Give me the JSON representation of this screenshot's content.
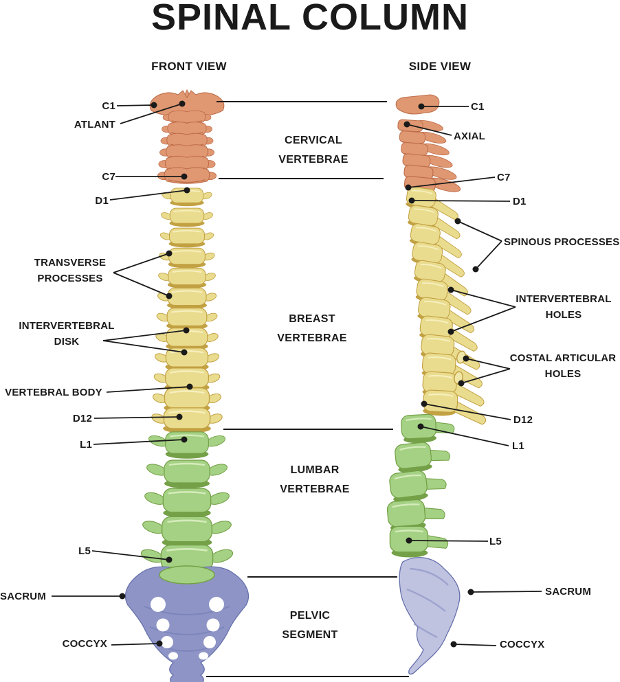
{
  "title": "SPINAL COLUMN",
  "views": {
    "front": "FRONT VIEW",
    "side": "SIDE VIEW"
  },
  "regions": {
    "cervical": {
      "line1": "CERVICAL",
      "line2": "VERTEBRAE"
    },
    "breast": {
      "line1": "BREAST",
      "line2": "VERTEBRAE"
    },
    "lumbar": {
      "line1": "LUMBAR",
      "line2": "VERTEBRAE"
    },
    "pelvic": {
      "line1": "PELVIC",
      "line2": "SEGMENT"
    }
  },
  "front_view_labels": {
    "c1": "C1",
    "atlant": "ATLANT",
    "c7": "C7",
    "d1": "D1",
    "transverse_processes": "TRANSVERSE PROCESSES",
    "intervertebral_disk": "INTERVERTEBRAL DISK",
    "vertebral_body": "VERTEBRAL BODY",
    "d12": "D12",
    "l1": "L1",
    "l5": "L5",
    "sacrum": "SACRUM",
    "coccyx": "COCCYX"
  },
  "side_view_labels": {
    "c1": "C1",
    "axial": "AXIAL",
    "c7": "C7",
    "d1": "D1",
    "spinous_processes": "SPINOUS PROCESSES",
    "intervertebral_holes": "INTERVERTEBRAL HOLES",
    "costal_articular_holes": "COSTAL ARTICULAR HOLES",
    "d12": "D12",
    "l1": "L1",
    "l5": "L5",
    "sacrum": "SACRUM",
    "coccyx": "COCCYX"
  },
  "colors": {
    "cervical": "#E09873",
    "cervical_dark": "#BE6E49",
    "thoracic": "#EADC8E",
    "thoracic_dark": "#C2A143",
    "lumbar": "#A4D183",
    "lumbar_dark": "#74A047",
    "pelvic": "#8E95C6",
    "pelvic_dark": "#6670AC",
    "pelvic_light": "#BFC3E0",
    "text": "#1A1A1A",
    "leader": "#1A1A1A",
    "background": "#FFFFFF"
  }
}
